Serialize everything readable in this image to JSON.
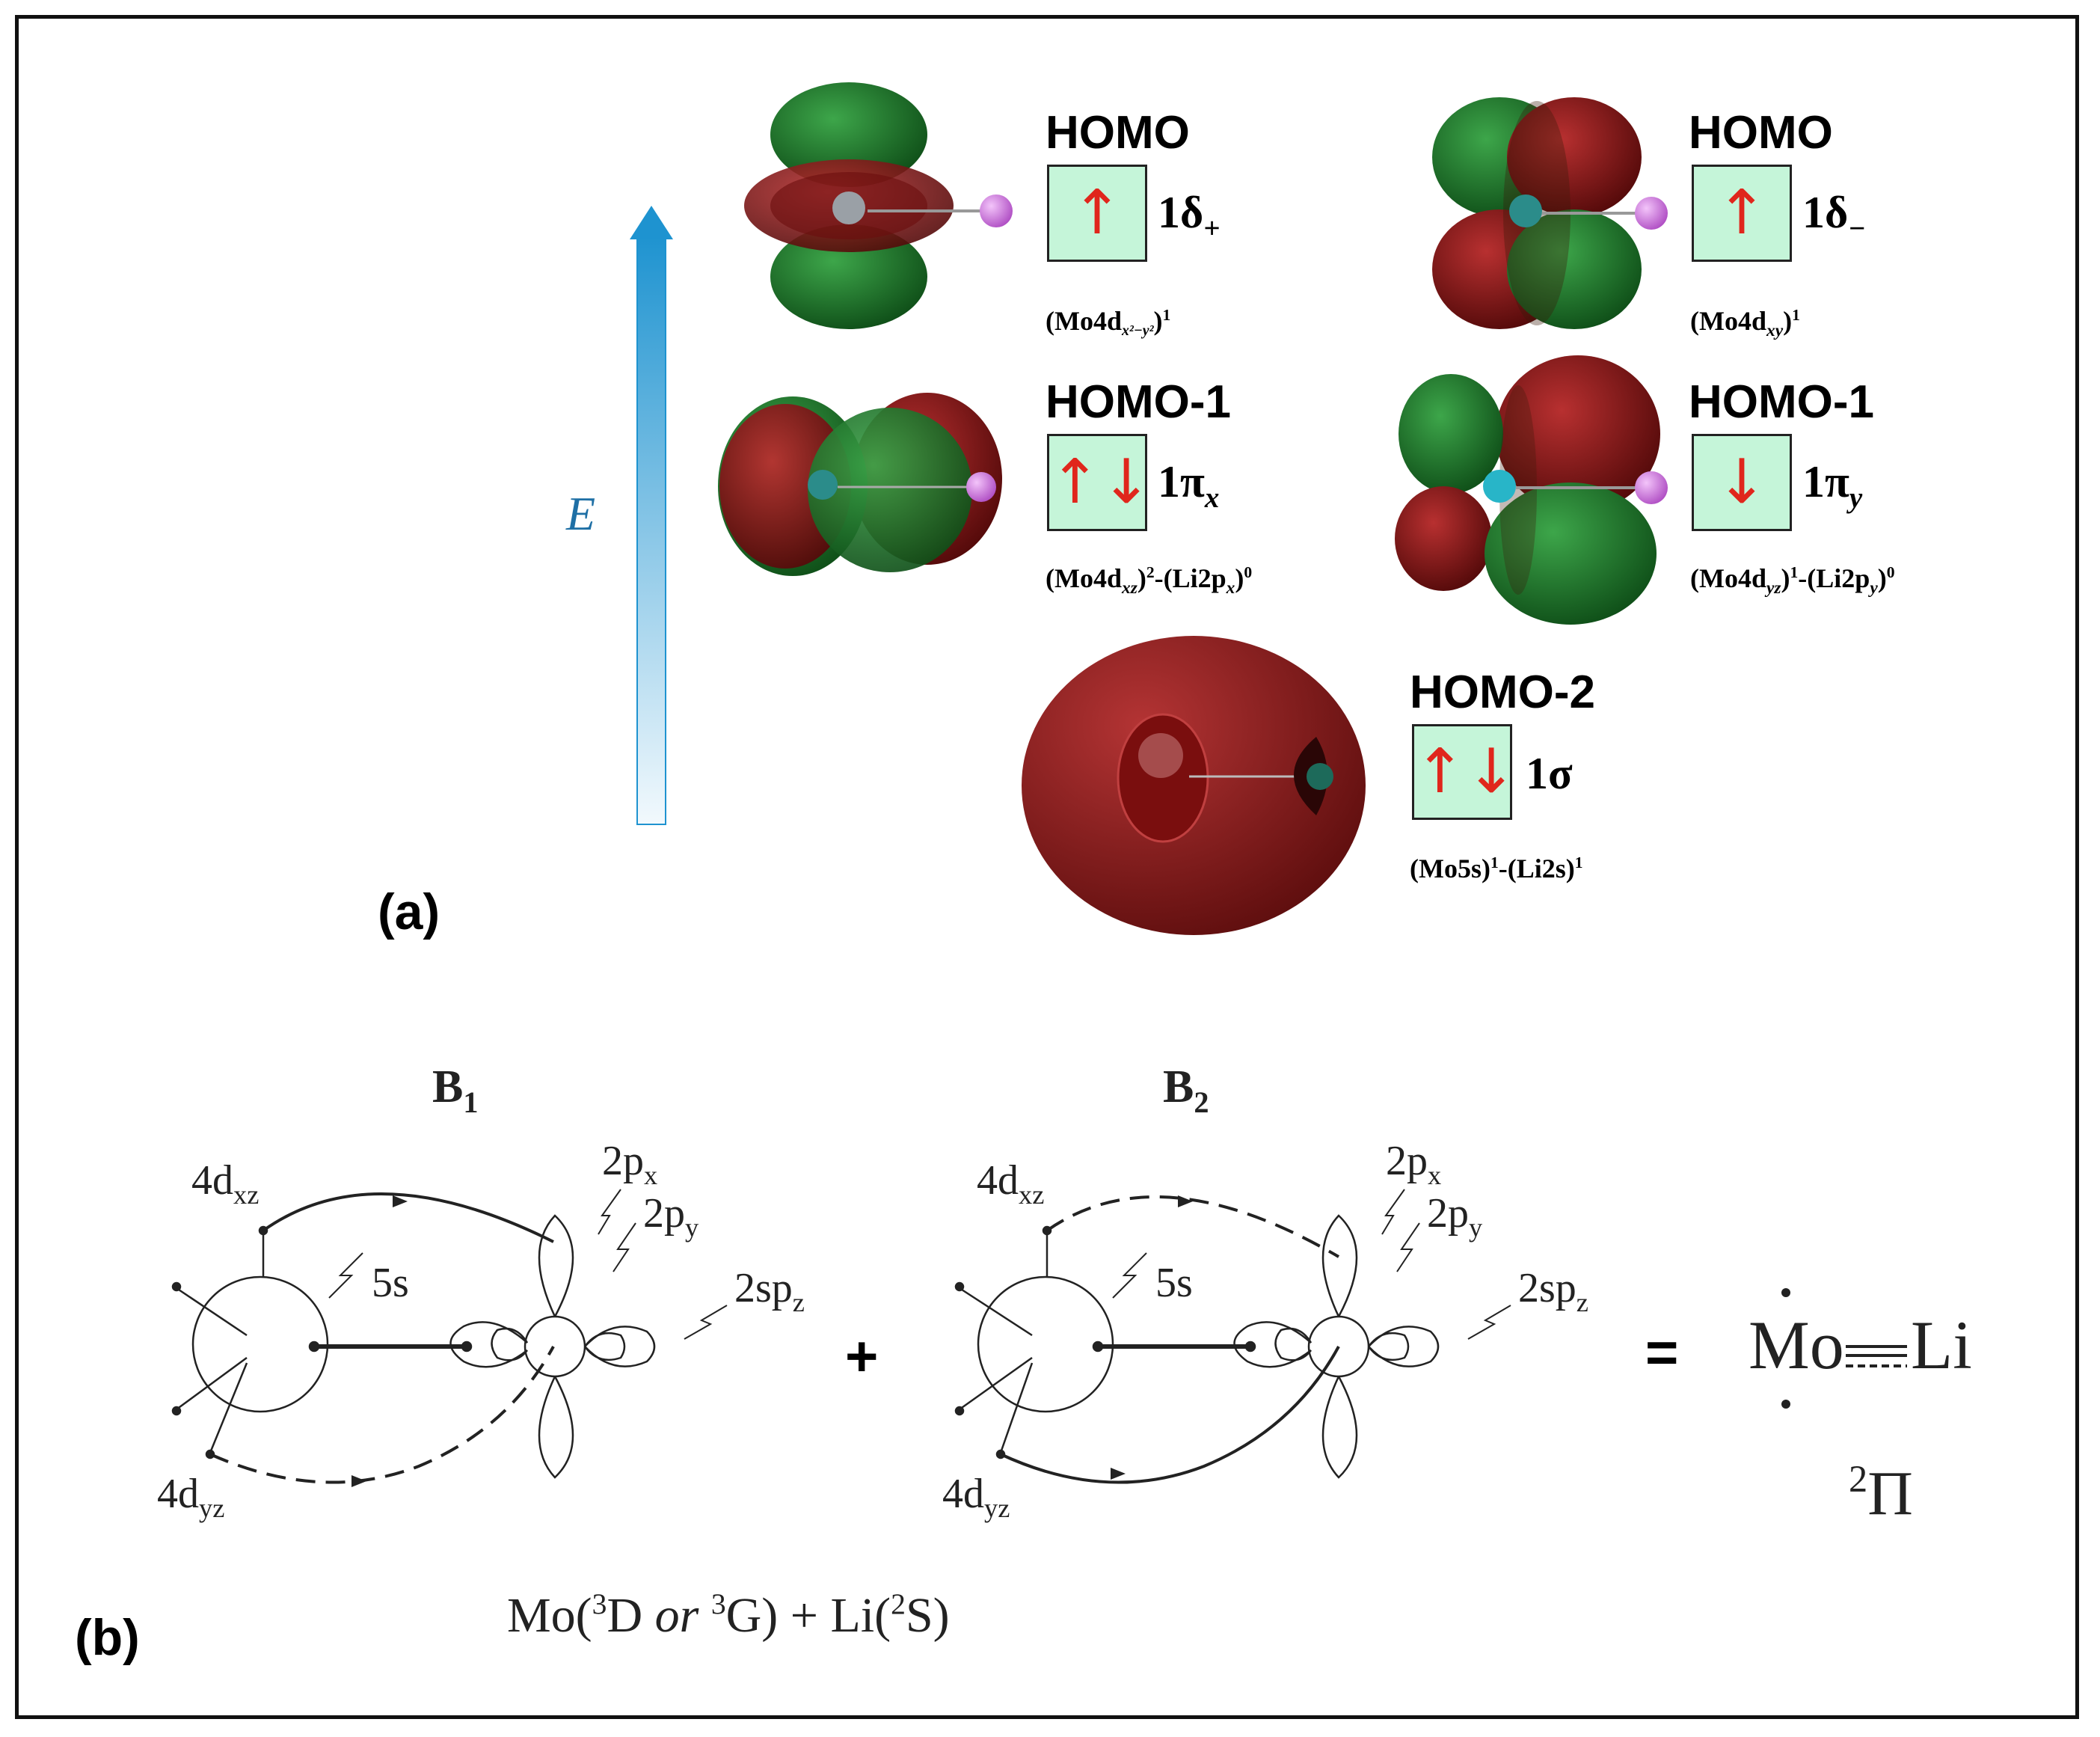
{
  "panel_a": {
    "label": "(a)",
    "energy_axis_label": "E",
    "orbitals": [
      {
        "title": "HOMO",
        "occupancy": "↑",
        "symbol": "1δ",
        "symbol_sub": "+",
        "config": "(Mo4d",
        "config_sub": "x²−y²",
        "config_tail": ")",
        "config_sup": "1"
      },
      {
        "title": "HOMO",
        "occupancy": "↑",
        "symbol": "1δ",
        "symbol_sub": "−",
        "config": "(Mo4d",
        "config_sub": "xy",
        "config_tail": ")",
        "config_sup": "1"
      },
      {
        "title": "HOMO-1",
        "occupancy": "↑↓",
        "symbol": "1π",
        "symbol_sub": "x",
        "config": "(Mo4d",
        "config_sub": "xz",
        "config_tail": ")",
        "config_sup": "2",
        "config2": "-(Li2p",
        "config2_sub": "x",
        "config2_tail": ")",
        "config2_sup": "0"
      },
      {
        "title": "HOMO-1",
        "occupancy": "↓",
        "symbol": "1π",
        "symbol_sub": "y",
        "config": "(Mo4d",
        "config_sub": "yz",
        "config_tail": ")",
        "config_sup": "1",
        "config2": "-(Li2p",
        "config2_sub": "y",
        "config2_tail": ")",
        "config2_sup": "0"
      },
      {
        "title": "HOMO-2",
        "occupancy": "↑↓",
        "symbol": "1σ",
        "config": "(Mo5s)",
        "config_sup": "1",
        "config2": "-(Li2s)",
        "config2_sup": "1"
      }
    ],
    "colors": {
      "lobe_green": "#1f7a2b",
      "lobe_red": "#8e1a1a",
      "li_atom": "#d77ce6",
      "arrow_blue": "#1e93d0",
      "box_fill": "#c5f5d9",
      "spin_arrow": "#e0261c"
    }
  },
  "panel_b": {
    "label": "(b)",
    "B1": {
      "base": "B",
      "sub": "1"
    },
    "B2": {
      "base": "B",
      "sub": "2"
    },
    "orbital_labels": {
      "d_xz": {
        "base": "4d",
        "sub": "xz"
      },
      "d_yz": {
        "base": "4d",
        "sub": "yz"
      },
      "s5": "5s",
      "px": {
        "base": "2p",
        "sub": "x"
      },
      "py": {
        "base": "2p",
        "sub": "y"
      },
      "spz": {
        "base": "2sp",
        "sub": "z"
      }
    },
    "plus": "+",
    "equals": "=",
    "product": {
      "mo": "Mo",
      "li": "Li",
      "term_sup": "2",
      "term": "Π"
    },
    "reactants": {
      "mo": "Mo(",
      "mo_sup1": "3",
      "mo_mid": "D ",
      "or": "or",
      "mo_sup2": "3",
      "mo_end": "G)",
      "plus": "+",
      "li": "Li(",
      "li_sup": "2",
      "li_end": "S)"
    }
  }
}
